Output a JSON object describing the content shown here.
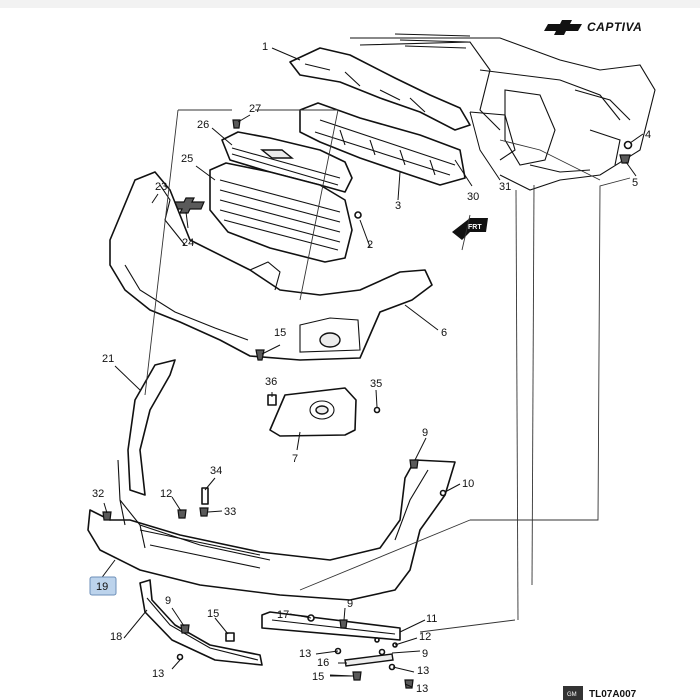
{
  "brand": {
    "logo_icon": "chevrolet-bowtie-icon",
    "model": "CAPTIVA"
  },
  "reference_code": "TL07A007",
  "gm_badge": "GM",
  "direction_label": "FRT",
  "highlighted_callout": "19",
  "callouts": {
    "c1": "1",
    "c2": "2",
    "c3": "3",
    "c4": "4",
    "c5": "5",
    "c6": "6",
    "c7": "7",
    "c9a": "9",
    "c9b": "9",
    "c9c": "9",
    "c9d": "9",
    "c10": "10",
    "c11": "11",
    "c12a": "12",
    "c12b": "12",
    "c13a": "13",
    "c13b": "13",
    "c13c": "13",
    "c13d": "13",
    "c15a": "15",
    "c15b": "15",
    "c15c": "15",
    "c16": "16",
    "c17": "17",
    "c18": "18",
    "c19": "19",
    "c21": "21",
    "c23": "23",
    "c24": "24",
    "c25": "25",
    "c26": "26",
    "c27": "27",
    "c30": "30",
    "c31": "31",
    "c32": "32",
    "c33": "33",
    "c34": "34",
    "c35": "35",
    "c36": "36"
  },
  "colors": {
    "line": "#111111",
    "highlight": "#bcd3ec"
  }
}
